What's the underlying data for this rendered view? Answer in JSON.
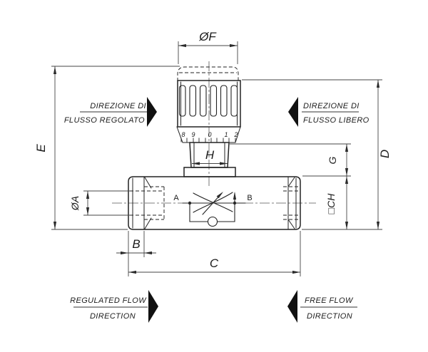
{
  "drawing_title": "flow-control-valve-two-view-technical-drawing",
  "dim_labels": {
    "f": "ØF",
    "e": "E",
    "d": "D",
    "g": "G",
    "ch": "□CH",
    "a": "ØA",
    "h": "H",
    "b": "B",
    "c": "C"
  },
  "ports": {
    "a": "A",
    "b": "B"
  },
  "dial": {
    "numbers": [
      "8",
      "9",
      "0",
      "1",
      "2"
    ]
  },
  "annotations": {
    "regulated_it": {
      "line1": "DIREZIONE DI",
      "line2": "FLUSSO REGOLATO"
    },
    "free_it": {
      "line1": "DIREZIONE DI",
      "line2": "FLUSSO LIBERO"
    },
    "regulated_en": {
      "line1": "REGULATED FLOW",
      "line2": "DIRECTION"
    },
    "free_en": {
      "line1": "FREE FLOW",
      "line2": "DIRECTION"
    }
  },
  "colors": {
    "background": "#ffffff",
    "outline": "#222222",
    "dim_line": "#454545"
  }
}
